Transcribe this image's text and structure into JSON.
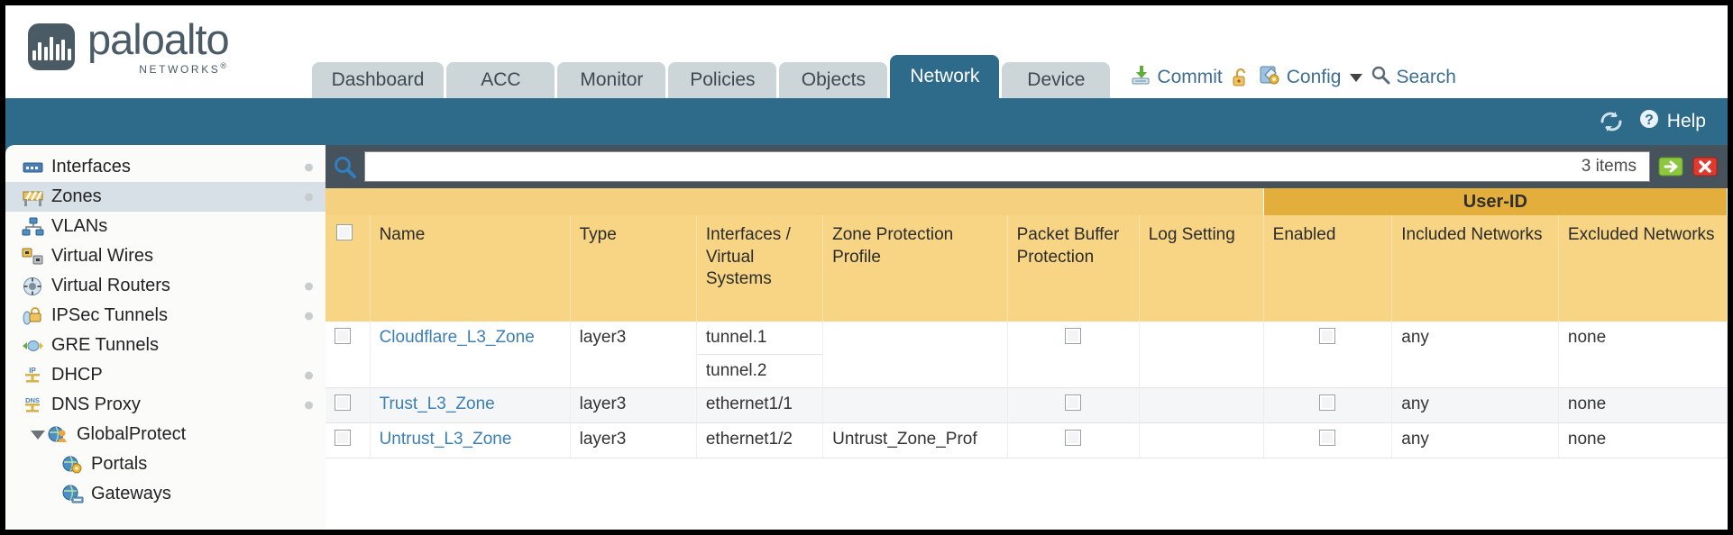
{
  "brand": {
    "name": "paloalto",
    "sub": "NETWORKS",
    "registered": "®"
  },
  "nav_tabs": [
    {
      "label": "Dashboard",
      "active": false
    },
    {
      "label": "ACC",
      "active": false
    },
    {
      "label": "Monitor",
      "active": false
    },
    {
      "label": "Policies",
      "active": false
    },
    {
      "label": "Objects",
      "active": false
    },
    {
      "label": "Network",
      "active": true
    },
    {
      "label": "Device",
      "active": false
    }
  ],
  "header_actions": {
    "commit": "Commit",
    "commit_icon": "commit-save-icon",
    "lock_icon": "unlocked-padlock-icon",
    "config": "Config",
    "config_icon": "config-wrench-icon",
    "search": "Search",
    "search_icon": "search-magnifier-icon"
  },
  "utility_bar": {
    "refresh_icon": "refresh-icon",
    "help": "Help",
    "help_icon": "help-question-icon"
  },
  "sidebar": {
    "items": [
      {
        "label": "Interfaces",
        "icon": "interfaces-icon",
        "selected": false,
        "dot": true,
        "child": false,
        "arrow": false
      },
      {
        "label": "Zones",
        "icon": "zones-barrier-icon",
        "selected": true,
        "dot": true,
        "child": false,
        "arrow": false
      },
      {
        "label": "VLANs",
        "icon": "vlans-network-icon",
        "selected": false,
        "dot": false,
        "child": false,
        "arrow": false
      },
      {
        "label": "Virtual Wires",
        "icon": "virtual-wires-icon",
        "selected": false,
        "dot": false,
        "child": false,
        "arrow": false
      },
      {
        "label": "Virtual Routers",
        "icon": "virtual-router-icon",
        "selected": false,
        "dot": true,
        "child": false,
        "arrow": false
      },
      {
        "label": "IPSec Tunnels",
        "icon": "ipsec-tunnel-icon",
        "selected": false,
        "dot": true,
        "child": false,
        "arrow": false
      },
      {
        "label": "GRE Tunnels",
        "icon": "gre-tunnel-icon",
        "selected": false,
        "dot": false,
        "child": false,
        "arrow": false
      },
      {
        "label": "DHCP",
        "icon": "dhcp-icon",
        "selected": false,
        "dot": true,
        "child": false,
        "arrow": false
      },
      {
        "label": "DNS Proxy",
        "icon": "dns-proxy-icon",
        "selected": false,
        "dot": true,
        "child": false,
        "arrow": false
      },
      {
        "label": "GlobalProtect",
        "icon": "globalprotect-icon",
        "selected": false,
        "dot": false,
        "child": false,
        "arrow": true
      },
      {
        "label": "Portals",
        "icon": "portals-icon",
        "selected": false,
        "dot": false,
        "child": true,
        "arrow": false
      },
      {
        "label": "Gateways",
        "icon": "gateways-icon",
        "selected": false,
        "dot": false,
        "child": true,
        "arrow": false
      }
    ]
  },
  "toolbar": {
    "search_icon": "search-magnifier-icon",
    "search_value": "",
    "item_count": "3 items",
    "apply_icon": "apply-green-arrow-icon",
    "clear_icon": "clear-red-x-icon"
  },
  "table": {
    "group_header": "User-ID",
    "columns": [
      "Name",
      "Type",
      "Interfaces / Virtual Systems",
      "Zone Protection Profile",
      "Packet Buffer Protection",
      "Log Setting",
      "Enabled",
      "Included Networks",
      "Excluded Networks"
    ],
    "rows": [
      {
        "name": "Cloudflare_L3_Zone",
        "type": "layer3",
        "interfaces": [
          "tunnel.1",
          "tunnel.2"
        ],
        "zone_protection_profile": "",
        "packet_buffer_protection": false,
        "log_setting": "",
        "user_id_enabled": false,
        "included_networks": "any",
        "excluded_networks": "none"
      },
      {
        "name": "Trust_L3_Zone",
        "type": "layer3",
        "interfaces": [
          "ethernet1/1"
        ],
        "zone_protection_profile": "",
        "packet_buffer_protection": false,
        "log_setting": "",
        "user_id_enabled": false,
        "included_networks": "any",
        "excluded_networks": "none"
      },
      {
        "name": "Untrust_L3_Zone",
        "type": "layer3",
        "interfaces": [
          "ethernet1/2"
        ],
        "zone_protection_profile": "Untrust_Zone_Prof",
        "packet_buffer_protection": false,
        "log_setting": "",
        "user_id_enabled": false,
        "included_networks": "any",
        "excluded_networks": "none"
      }
    ]
  },
  "colors": {
    "teal_body": "#2e6a8a",
    "active_tab": "#2e6a8a",
    "tab_inactive": "#ccd5d8",
    "header_gold": "#f7d584",
    "group_gold": "#e3ae3c",
    "search_bar": "#46525c",
    "link_blue": "#3b7fb5"
  }
}
